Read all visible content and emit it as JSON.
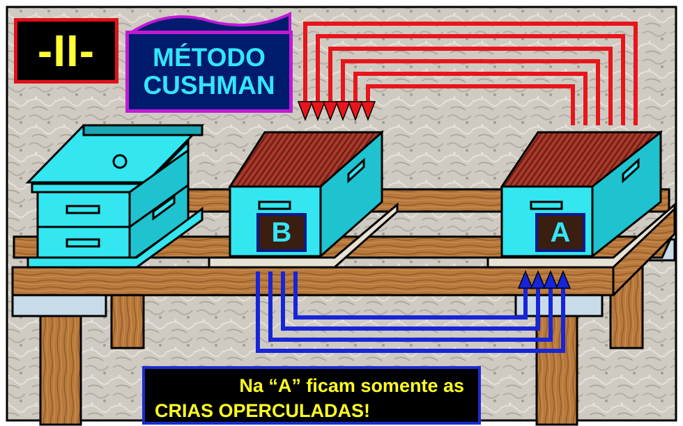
{
  "badge": {
    "text": "-II-"
  },
  "method": {
    "line1": "MÉTODO",
    "line2": "CUSHMAN"
  },
  "hives": {
    "left_label": "B",
    "right_label": "A"
  },
  "caption": {
    "line1": "Na “A” ficam somente as",
    "line2": "CRIAS OPERCULADAS!"
  },
  "colors": {
    "border": "#000000",
    "stone": "#cfcbc2",
    "wood": "#b8793c",
    "wood_dark": "#7a4a1f",
    "hive": "#33e6f0",
    "hive_dark": "#1aa7b3",
    "frames": "#a83a2a",
    "red_arrows": "#e8151b",
    "blue_arrows": "#1625d8"
  },
  "icons": {
    "red_arrows": "arrows-from-A-to-B",
    "blue_arrows": "arrows-from-B-to-A"
  }
}
